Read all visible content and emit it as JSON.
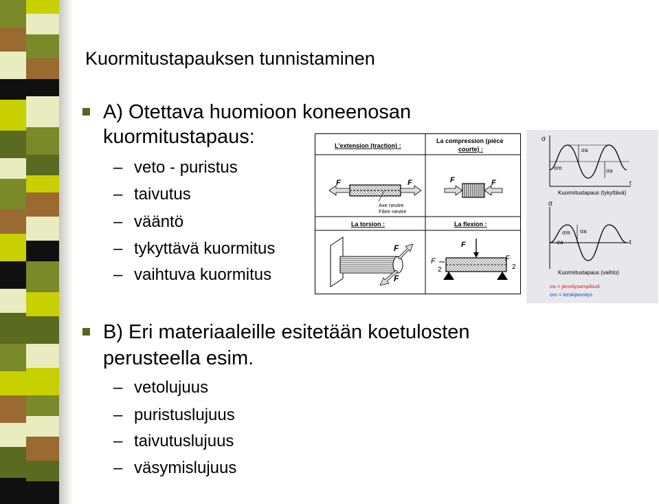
{
  "slide": {
    "title": "Kuormitustapauksen tunnistaminen",
    "section_a": {
      "heading_line1": "A) Otettava huomioon koneenosan",
      "heading_line2": "kuormitustapaus:",
      "items": [
        "veto - puristus",
        "taivutus",
        "vääntö",
        "tykyttävä kuormitus",
        "vaihtuva kuormitus"
      ]
    },
    "section_b": {
      "heading_line1": "B) Eri materiaaleille esitetään koetulosten",
      "heading_line2": "perusteella esim.",
      "items": [
        "vetolujuus",
        "puristuslujuus",
        "taivutuslujuus",
        "väsymislujuus"
      ]
    },
    "dash_glyph": "–"
  },
  "loads_figure": {
    "traction_label": "L'extension (traction) :",
    "compression_label_1": "La compression (pièce",
    "compression_label_2": "courte) :",
    "torsion_label": "La torsion :",
    "flexion_label": "La flexion :",
    "axis_label_1": "Axe neutre.",
    "axis_label_2": "Fibre neutre",
    "force_symbol": "F",
    "half_symbol": "2"
  },
  "sigma_figure": {
    "sigma": "σ",
    "sigma_a": "σa",
    "sigma_m": "σm",
    "t_axis": "t",
    "caption_pulsating": "Kuormitustapaus (tykyttävä)",
    "caption_alternating": "Kuormitustapaus (vaihto)",
    "legend_a": "σa = jännitysamplitudi",
    "legend_m": "σm = keskijännitys",
    "legend_a_color": "#d02020",
    "legend_m_color": "#2040c0"
  },
  "colors": {
    "bullet": "#5a6424",
    "stripe_olive": "#7a8a28",
    "stripe_dark": "#5a6a20",
    "stripe_yellow": "#c8d000",
    "stripe_brown": "#9a6a30",
    "stripe_black": "#101010",
    "stripe_pale": "#e8ecc0"
  }
}
